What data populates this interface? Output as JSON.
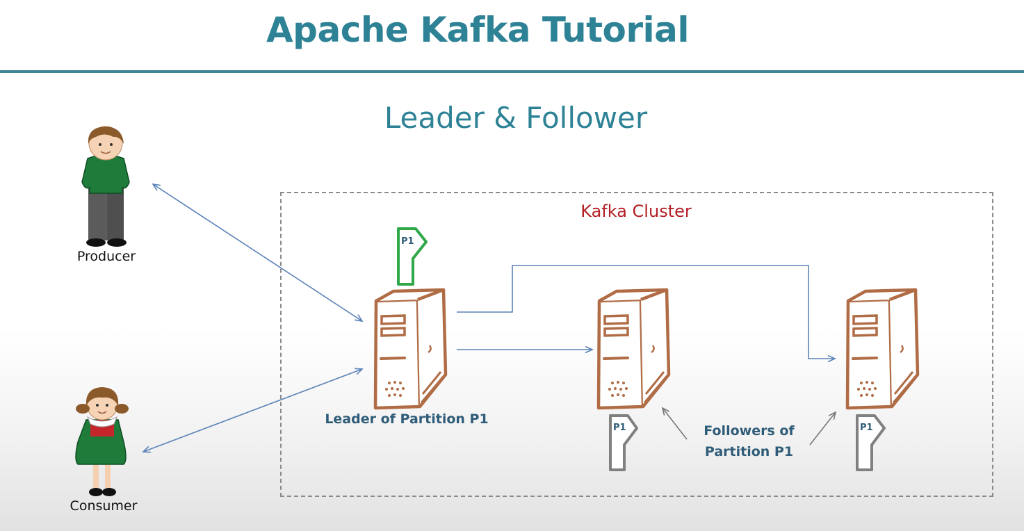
{
  "header": {
    "title": "Apache Kafka Tutorial"
  },
  "slide": {
    "subtitle": "Leader & Follower"
  },
  "cluster": {
    "label": "Kafka Cluster"
  },
  "actors": {
    "producer": "Producer",
    "consumer": "Consumer"
  },
  "partitions": {
    "leader_tag": "P1",
    "follower_tag_1": "P1",
    "follower_tag_2": "P1"
  },
  "captions": {
    "leader": "Leader of Partition  P1",
    "followers_line1": "Followers of",
    "followers_line2": "Partition P1"
  },
  "colors": {
    "title": "#2e8296",
    "cluster_label": "#b21f24",
    "server": "#b06c45",
    "leader_tag": "#2fa84a",
    "follower_tag": "#808080",
    "arrow": "#5b82b8",
    "caption": "#2f5c78"
  }
}
